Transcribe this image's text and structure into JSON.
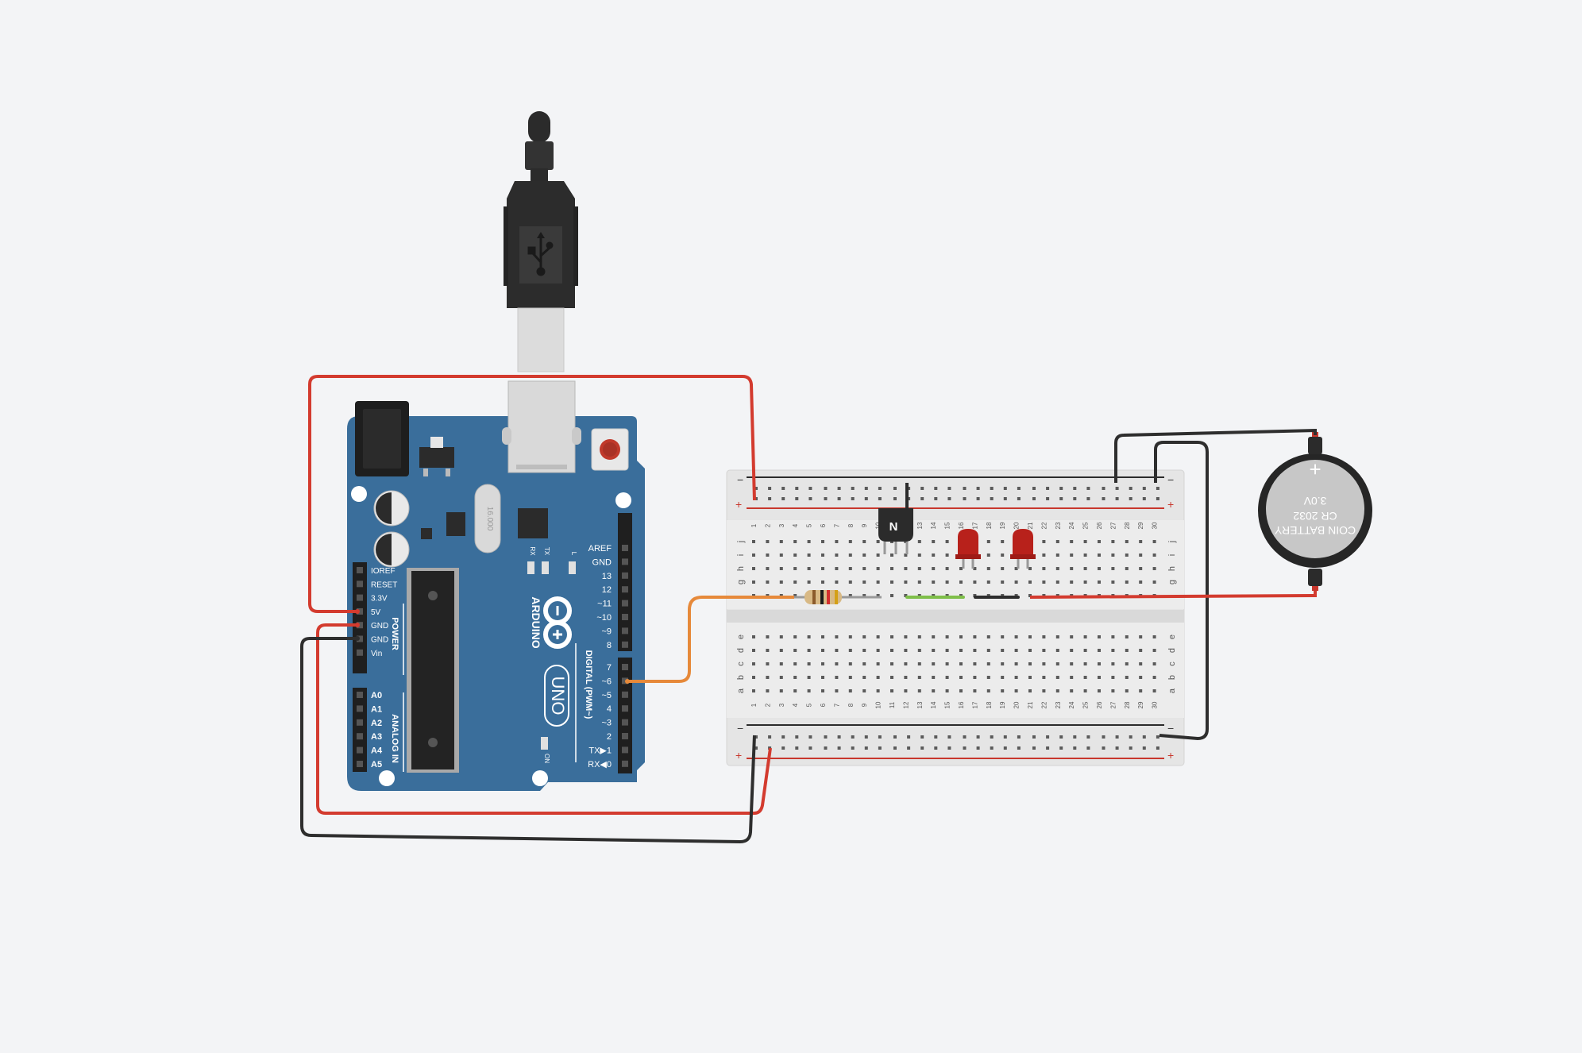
{
  "colors": {
    "background": "#f3f4f6",
    "board": "#3a6e9b",
    "wire_red": "#d33b2f",
    "wire_black": "#2e2e2e",
    "wire_orange": "#e6893a",
    "wire_green": "#7fbf4a",
    "led_red": "#b8211b",
    "breadboard": "#e5e5e5"
  },
  "arduino": {
    "brand": "ARDUINO",
    "model": "UNO",
    "crystal": "16.000",
    "led_l": "L",
    "led_tx": "TX",
    "led_rx": "RX",
    "led_on": "ON",
    "power_section": "POWER",
    "analog_section": "ANALOG IN",
    "digital_section": "DIGITAL (PWM~)",
    "power_pins": [
      "IOREF",
      "RESET",
      "3.3V",
      "5V",
      "GND",
      "GND",
      "Vin"
    ],
    "analog_pins": [
      "A0",
      "A1",
      "A2",
      "A3",
      "A4",
      "A5"
    ],
    "digital_top_pins": [
      "AREF",
      "GND",
      "13",
      "12",
      "~11",
      "~10",
      "~9",
      "8"
    ],
    "digital_bottom_pins": [
      "7",
      "~6",
      "~5",
      "4",
      "~3",
      "2",
      "TX▶1",
      "RX◀0"
    ]
  },
  "usb_cable": {
    "icon": "usb-icon"
  },
  "breadboard": {
    "rail_minus": "−",
    "rail_plus": "+",
    "top_rows": [
      "j",
      "i",
      "h",
      "g"
    ],
    "bottom_rows": [
      "e",
      "d",
      "c",
      "b",
      "a"
    ],
    "columns": [
      "1",
      "2",
      "3",
      "4",
      "5",
      "6",
      "7",
      "8",
      "9",
      "10",
      "11",
      "12",
      "13",
      "14",
      "15",
      "16",
      "17",
      "18",
      "19",
      "20",
      "21",
      "22",
      "23",
      "24",
      "25",
      "26",
      "27",
      "28",
      "29",
      "30"
    ]
  },
  "transistor": {
    "label": "N"
  },
  "battery": {
    "line1": "COIN BATTERY",
    "line2": "CR 2032",
    "line3": "3.0V",
    "plus": "+"
  }
}
